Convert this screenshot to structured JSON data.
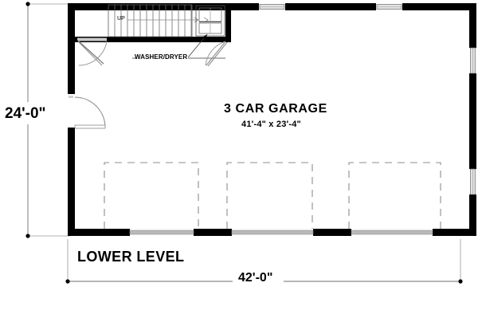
{
  "document": {
    "type": "architectural-floor-plan",
    "level_label": "LOWER LEVEL"
  },
  "rooms": [
    {
      "name": "3 CAR GARAGE",
      "dimensions": "41'-4\" x 23'-4\""
    }
  ],
  "labels": {
    "stairs_direction": "UP",
    "appliance_callout": "WASHER/DRYER"
  },
  "dimensions": {
    "overall_width": "42'-0\"",
    "overall_depth": "24'-0\""
  },
  "colors": {
    "wall_fill": "#000000",
    "opening_fill": "#b4b4b4",
    "line": "#000000",
    "dashed_bay": "#8c8c8c",
    "paper": "#ffffff"
  },
  "chart_data": {
    "type": "table",
    "title": "LOWER LEVEL",
    "categories": [
      "overall_width",
      "overall_depth",
      "garage_interior"
    ],
    "values": [
      "42'-0\"",
      "24'-0\"",
      "41'-4\" x 23'-4\""
    ],
    "xlabel": "42'-0\"",
    "ylabel": "24'-0\"",
    "series": [
      {
        "name": "car_bays",
        "values": [
          1,
          2,
          3
        ]
      },
      {
        "name": "garage_door_openings",
        "values": [
          3
        ]
      },
      {
        "name": "windows",
        "values": [
          3
        ]
      },
      {
        "name": "swing_doors",
        "values": [
          3
        ]
      }
    ]
  }
}
